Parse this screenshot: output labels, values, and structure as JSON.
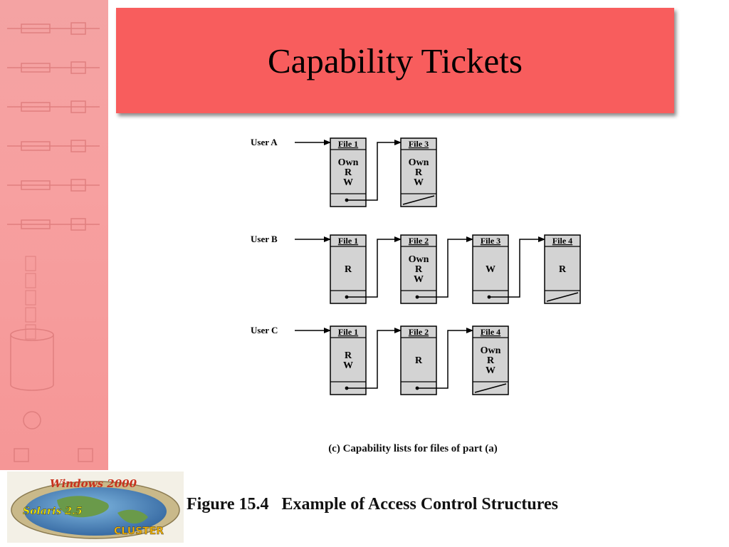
{
  "slide": {
    "title": "Capability Tickets",
    "caption": "(c) Capability lists for files of part (a)",
    "figure_title": "Figure 15.4   Example of Access Control Structures",
    "accent_color": "#f85d5d"
  },
  "logo": {
    "text_top": "Windows 2000",
    "text_left": "Solaris 2.5",
    "text_bottom": "CLUSTER"
  },
  "capability_lists": [
    {
      "user": "User A",
      "entries": [
        {
          "file": "File 1",
          "rights": [
            "Own",
            "R",
            "W"
          ]
        },
        {
          "file": "File 3",
          "rights": [
            "Own",
            "R",
            "W"
          ]
        }
      ]
    },
    {
      "user": "User B",
      "entries": [
        {
          "file": "File 1",
          "rights": [
            "R"
          ]
        },
        {
          "file": "File 2",
          "rights": [
            "Own",
            "R",
            "W"
          ]
        },
        {
          "file": "File 3",
          "rights": [
            "W"
          ]
        },
        {
          "file": "File 4",
          "rights": [
            "R"
          ]
        }
      ]
    },
    {
      "user": "User C",
      "entries": [
        {
          "file": "File 1",
          "rights": [
            "R",
            "W"
          ]
        },
        {
          "file": "File 2",
          "rights": [
            "R"
          ]
        },
        {
          "file": "File 4",
          "rights": [
            "Own",
            "R",
            "W"
          ]
        }
      ]
    }
  ]
}
